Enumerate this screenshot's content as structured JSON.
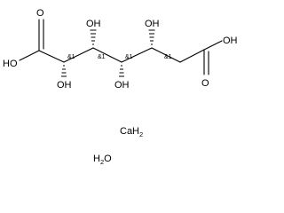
{
  "molecule": {
    "atoms": {
      "ho_left": "HO",
      "o_left": "O",
      "oh_top_1": "OH",
      "oh_top_2": "OH",
      "oh_bottom_1": "OH",
      "oh_bottom_2": "OH",
      "o_right": "O",
      "oh_right": "OH"
    },
    "stereo_labels": [
      "&1",
      "&1",
      "&1",
      "&1"
    ],
    "counterion": {
      "symbol": "CaH",
      "subscript": "2"
    },
    "solvent": {
      "symbol_h": "H",
      "subscript": "2",
      "symbol_o": "O"
    }
  }
}
